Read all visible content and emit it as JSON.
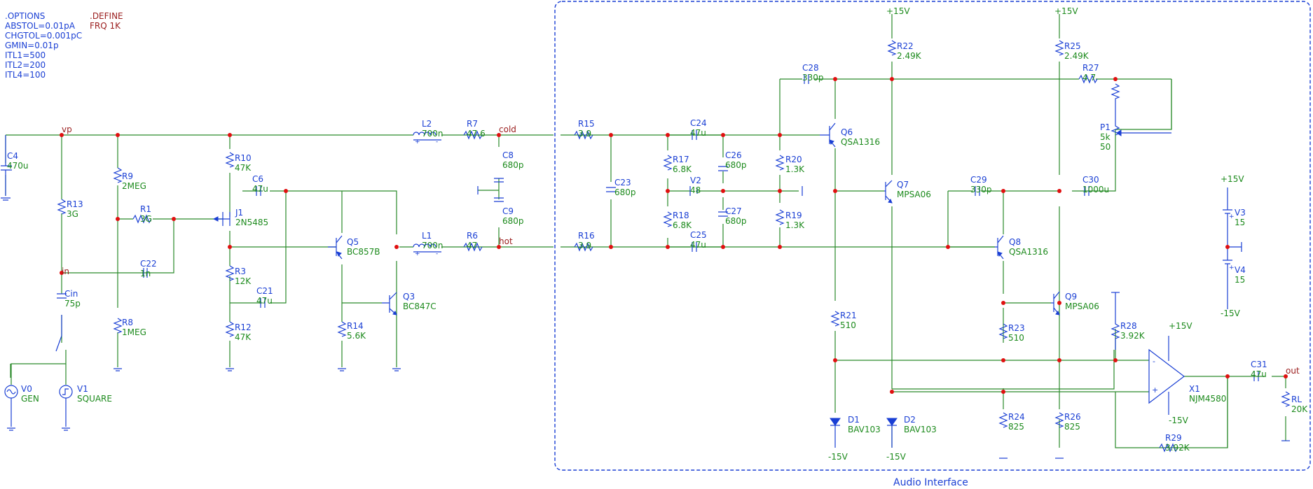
{
  "options": {
    "header": ".OPTIONS",
    "lines": [
      "ABSTOL=0.01pA",
      "CHGTOL=0.001pC",
      "GMIN=0.01p",
      "ITL1=500",
      "ITL2=200",
      "ITL4=100"
    ]
  },
  "define": {
    "header": ".DEFINE",
    "line": "FRQ 1K"
  },
  "frame_label": "Audio Interface",
  "nets": {
    "vp": "vp",
    "in": "in",
    "cold": "cold",
    "hot": "hot",
    "out": "out"
  },
  "rails": {
    "p15": "+15V",
    "n15": "-15V"
  },
  "parts": [
    {
      "id": "C4",
      "value": "470u"
    },
    {
      "id": "R13",
      "value": "3G"
    },
    {
      "id": "Cin",
      "value": "75p"
    },
    {
      "id": "V0",
      "value": "GEN"
    },
    {
      "id": "V1",
      "value": "SQUARE"
    },
    {
      "id": "R9",
      "value": "2MEG"
    },
    {
      "id": "R1",
      "value": "3G"
    },
    {
      "id": "C22",
      "value": "1n"
    },
    {
      "id": "R8",
      "value": "1MEG"
    },
    {
      "id": "R10",
      "value": "47K"
    },
    {
      "id": "J1",
      "value": "2N5485"
    },
    {
      "id": "R3",
      "value": "12K"
    },
    {
      "id": "R12",
      "value": "47K"
    },
    {
      "id": "C6",
      "value": "47u"
    },
    {
      "id": "C21",
      "value": "47u"
    },
    {
      "id": "Q5",
      "value": "BC857B"
    },
    {
      "id": "R14",
      "value": "5.6K"
    },
    {
      "id": "Q3",
      "value": "BC847C"
    },
    {
      "id": "L2",
      "value": "700n"
    },
    {
      "id": "R7",
      "value": "47.6"
    },
    {
      "id": "L1",
      "value": "700n"
    },
    {
      "id": "R6",
      "value": "47"
    },
    {
      "id": "C8",
      "value": "680p"
    },
    {
      "id": "C9",
      "value": "680p"
    },
    {
      "id": "R15",
      "value": "3.9"
    },
    {
      "id": "R16",
      "value": "3.9"
    },
    {
      "id": "C23",
      "value": "680p"
    },
    {
      "id": "C24",
      "value": "47u"
    },
    {
      "id": "C25",
      "value": "47u"
    },
    {
      "id": "R17",
      "value": "6.8K"
    },
    {
      "id": "R18",
      "value": "6.8K"
    },
    {
      "id": "V2",
      "value": "48"
    },
    {
      "id": "C26",
      "value": "680p"
    },
    {
      "id": "C27",
      "value": "680p"
    },
    {
      "id": "R20",
      "value": "1.3K"
    },
    {
      "id": "R19",
      "value": "1.3K"
    },
    {
      "id": "C28",
      "value": "330p"
    },
    {
      "id": "Q6",
      "value": "QSA1316"
    },
    {
      "id": "R22",
      "value": "2.49K"
    },
    {
      "id": "Q7",
      "value": "MPSA06"
    },
    {
      "id": "R21",
      "value": "510"
    },
    {
      "id": "D1",
      "value": "BAV103"
    },
    {
      "id": "D2",
      "value": "BAV103"
    },
    {
      "id": "C29",
      "value": "330p"
    },
    {
      "id": "Q8",
      "value": "QSA1316"
    },
    {
      "id": "R25",
      "value": "2.49K"
    },
    {
      "id": "R27",
      "value": "4.7"
    },
    {
      "id": "P1",
      "value": "5k",
      "extra": "50"
    },
    {
      "id": "C30",
      "value": "1000u"
    },
    {
      "id": "Q9",
      "value": "MPSA06"
    },
    {
      "id": "R23",
      "value": "510"
    },
    {
      "id": "R24",
      "value": "825"
    },
    {
      "id": "R26",
      "value": "825"
    },
    {
      "id": "R28",
      "value": "3.92K"
    },
    {
      "id": "X1",
      "value": "NJM4580"
    },
    {
      "id": "R29",
      "value": "3.92K"
    },
    {
      "id": "C31",
      "value": "47u"
    },
    {
      "id": "RL",
      "value": "20K"
    },
    {
      "id": "V3",
      "value": "15"
    },
    {
      "id": "V4",
      "value": "15"
    }
  ]
}
